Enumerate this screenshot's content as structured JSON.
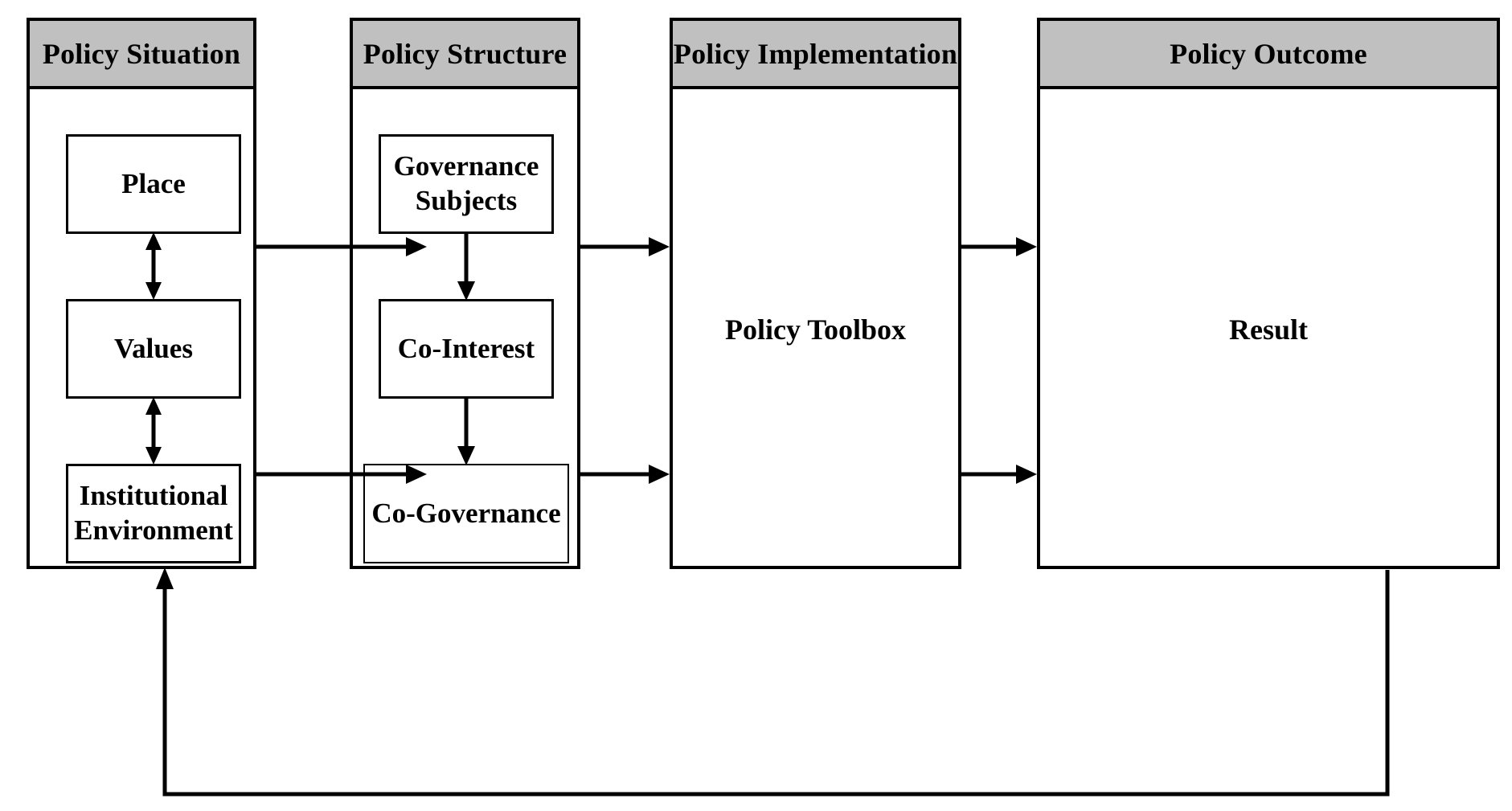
{
  "diagram": {
    "title": "Policy analysis framework flow diagram",
    "accent_color": "#c0c0c0",
    "line_color": "#000000",
    "background_color": "#ffffff",
    "panels": [
      {
        "id": "policy-situation",
        "header": "Policy Situation",
        "nodes": [
          {
            "id": "place",
            "label": "Place"
          },
          {
            "id": "values",
            "label": "Values"
          },
          {
            "id": "institutional-environment",
            "label": "Institutional Environment"
          }
        ],
        "internal_connectors": "double-headed-vertical"
      },
      {
        "id": "policy-structure",
        "header": "Policy Structure",
        "nodes": [
          {
            "id": "governance-subjects",
            "label": "Governance Subjects"
          },
          {
            "id": "co-interest",
            "label": "Co-Interest"
          },
          {
            "id": "co-governance",
            "label": "Co-Governance"
          }
        ],
        "internal_connectors": "single-headed-down"
      },
      {
        "id": "policy-implementation",
        "header": "Policy Implementation",
        "center_label": "Policy Toolbox",
        "nodes": []
      },
      {
        "id": "policy-outcome",
        "header": "Policy Outcome",
        "center_label": "Result",
        "nodes": []
      }
    ],
    "connectors": [
      {
        "id": "situation-to-structure-upper",
        "from": "policy-situation",
        "to": "policy-structure",
        "direction": "right"
      },
      {
        "id": "situation-to-structure-lower",
        "from": "policy-situation",
        "to": "policy-structure",
        "direction": "right"
      },
      {
        "id": "structure-to-implementation-upper",
        "from": "policy-structure",
        "to": "policy-implementation",
        "direction": "right"
      },
      {
        "id": "structure-to-implementation-lower",
        "from": "policy-structure",
        "to": "policy-implementation",
        "direction": "right"
      },
      {
        "id": "implementation-to-outcome-upper",
        "from": "policy-implementation",
        "to": "policy-outcome",
        "direction": "right"
      },
      {
        "id": "implementation-to-outcome-lower",
        "from": "policy-implementation",
        "to": "policy-outcome",
        "direction": "right"
      },
      {
        "id": "feedback-loop",
        "from": "policy-outcome",
        "to": "policy-situation",
        "direction": "up-left"
      }
    ]
  }
}
